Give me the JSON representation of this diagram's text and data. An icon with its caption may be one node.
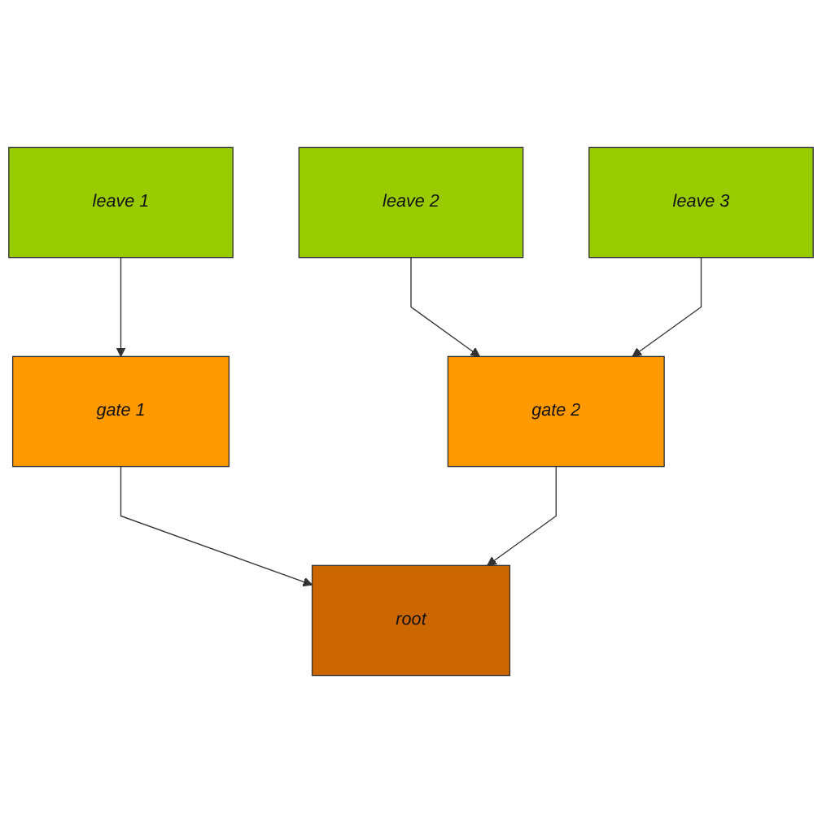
{
  "diagram": {
    "nodes": [
      {
        "text": [
          "leave 1"
        ]
      },
      {
        "text": [
          "leave 2"
        ]
      },
      {
        "text": [
          "leave 3"
        ]
      },
      {
        "text": [
          "gate 1"
        ]
      },
      {
        "text": [
          "gate 2"
        ]
      },
      {
        "text": [
          "root"
        ]
      }
    ],
    "edges": [
      {
        "from": 0,
        "to": 3,
        "arrow": "to"
      },
      {
        "from": 1,
        "to": 4,
        "arrow": "to"
      },
      {
        "from": 2,
        "to": 4,
        "arrow": "to"
      },
      {
        "from": 3,
        "to": 5,
        "arrow": "to"
      },
      {
        "from": 4,
        "to": 5,
        "arrow": "to"
      }
    ]
  }
}
